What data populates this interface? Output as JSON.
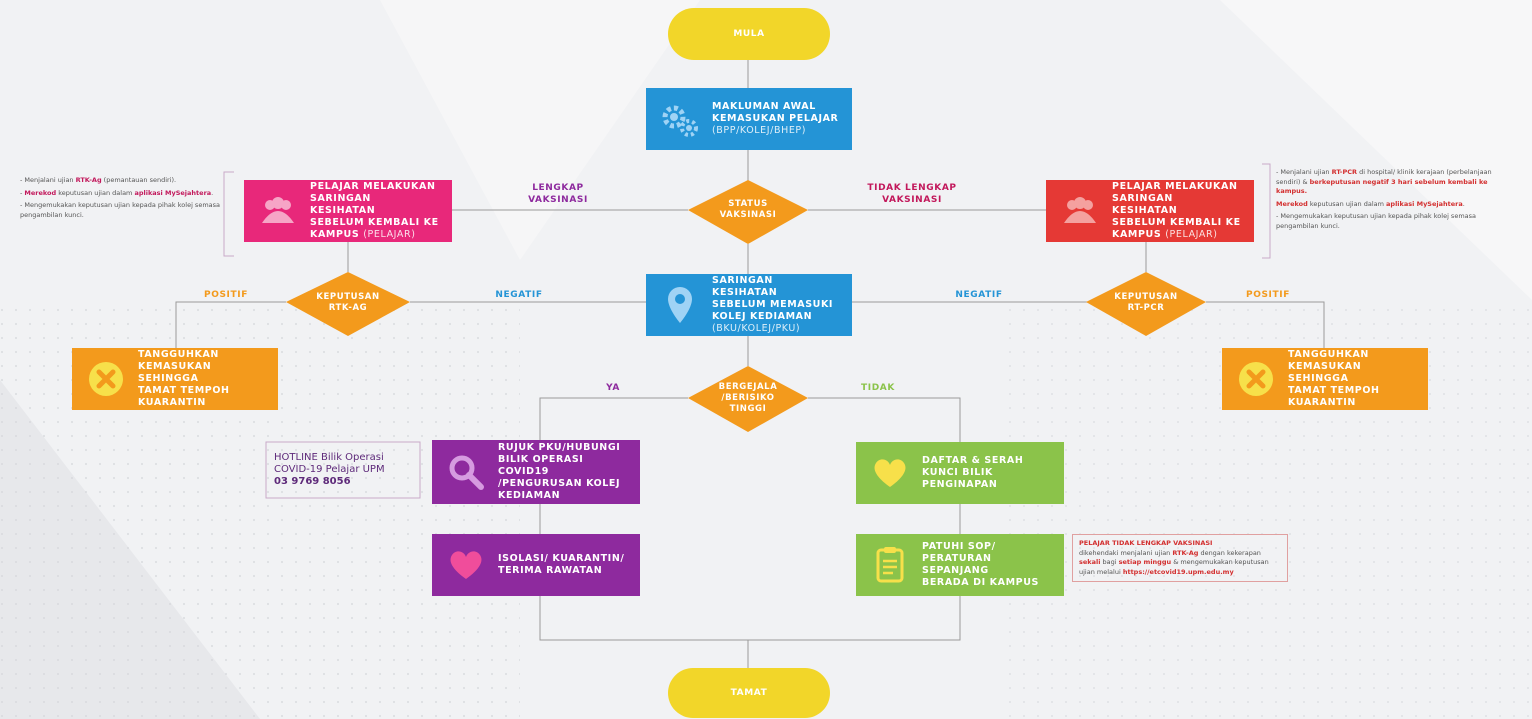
{
  "nodes": {
    "mula": "MULA",
    "tamat": "TAMAT",
    "maklumat": {
      "title": "MAKLUMAN AWAL\nKEMASUKAN PELAJAR",
      "sub": "(BPP/KOLEJ/BHEP)"
    },
    "pelajar_left": {
      "title": "PELAJAR MELAKUKAN\nSARINGAN KESIHATAN\nSEBELUM KEMBALI KE\nKAMPUS",
      "sub": "(PELAJAR)"
    },
    "pelajar_right": {
      "title": "PELAJAR MELAKUKAN\nSARINGAN KESIHATAN\nSEBELUM KEMBALI KE\nKAMPUS",
      "sub": "(PELAJAR)"
    },
    "saringan": {
      "title": "SARINGAN KESIHATAN\nSEBELUM MEMASUKI\nKOLEJ KEDIAMAN",
      "sub": "(BKU/KOLEJ/PKU)"
    },
    "tangguh_left": "TANGGUHKAN\nKEMASUKAN SEHINGGA\nTAMAT TEMPOH\nKUARANTIN",
    "tangguh_right": "TANGGUHKAN\nKEMASUKAN SEHINGGA\nTAMAT TEMPOH\nKUARANTIN",
    "rujuk": "RUJUK PKU/HUBUNGI\nBILIK OPERASI COVID19\n/PENGURUSAN KOLEJ\nKEDIAMAN",
    "isolasi": "ISOLASI/ KUARANTIN/\nTERIMA RAWATAN",
    "daftar": "DAFTAR & SERAH\nKUNCI BILIK\nPENGINAPAN",
    "patuhi": "PATUHI SOP/\nPERATURAN SEPANJANG\nBERADA DI KAMPUS"
  },
  "decisions": {
    "status": "STATUS\nVAKSINASI",
    "rtk": "KEPUTUSAN\nRTK-AG",
    "rtpcr": "KEPUTUSAN\nRT-PCR",
    "bergejala": "BERGEJALA\n/BERISIKO\nTINGGI"
  },
  "edge_labels": {
    "lengkap": "LENGKAP\nVAKSINASI",
    "tidak_lengkap": "TIDAK LENGKAP\nVAKSINASI",
    "positif_left": "POSITIF",
    "negatif_left": "NEGATIF",
    "negatif_right": "NEGATIF",
    "positif_right": "POSITIF",
    "ya": "YA",
    "tidak": "TIDAK"
  },
  "notes": {
    "left": [
      {
        "pre": "- Menjalani ujian ",
        "bold": "RTK-Ag",
        "post": " (pemantauan sendiri)."
      },
      {
        "pre": "- ",
        "bold": "Merekod",
        "post": " keputusan ujian dalam ",
        "bold2": "aplikasi MySejahtera",
        "post2": "."
      },
      {
        "pre": "- Mengemukakan keputusan ujian kepada pihak kolej semasa pengambilan kunci.",
        "bold": "",
        "post": ""
      }
    ],
    "right": [
      {
        "pre": "- Menjalani ujian ",
        "bold": "RT-PCR",
        "post": " di hospital/ klinik kerajaan (perbelanjaan sendiri) & ",
        "bold2": "berkeputusan negatif 3 hari sebelum kembali ke kampus.",
        "post2": ""
      },
      {
        "pre": "",
        "bold": "Merekod",
        "post": " keputusan ujian dalam ",
        "bold2": "aplikasi MySejahtera",
        "post2": "."
      },
      {
        "pre": "- Mengemukakan keputusan ujian kepada pihak kolej semasa pengambilan kunci.",
        "bold": "",
        "post": ""
      }
    ],
    "bottom": {
      "bold": "PELAJAR TIDAK LENGKAP VAKSINASI",
      "line1": "dikehendaki menjalani ujian ",
      "bold2": "RTK-Ag",
      "line2": " dengan kekerapan ",
      "bold3": "sekali",
      "line3": " bagi ",
      "bold4": "setiap minggu",
      "line4": " & mengemukakan keputusan ujian melalui ",
      "bold5": "https://etcovid19.upm.edu.my"
    }
  },
  "hotline": {
    "line1": "HOTLINE Bilik Operasi",
    "line2": "COVID-19 Pelajar UPM",
    "number": "03 9769 8056"
  },
  "colors": {
    "yellow": "#f2d629",
    "blue": "#2494d6",
    "pink": "#e8287a",
    "red": "#e53935",
    "orange": "#f39a1c",
    "purple": "#8e2a9e",
    "green": "#8bc34a",
    "line": "#9a9a9a"
  }
}
